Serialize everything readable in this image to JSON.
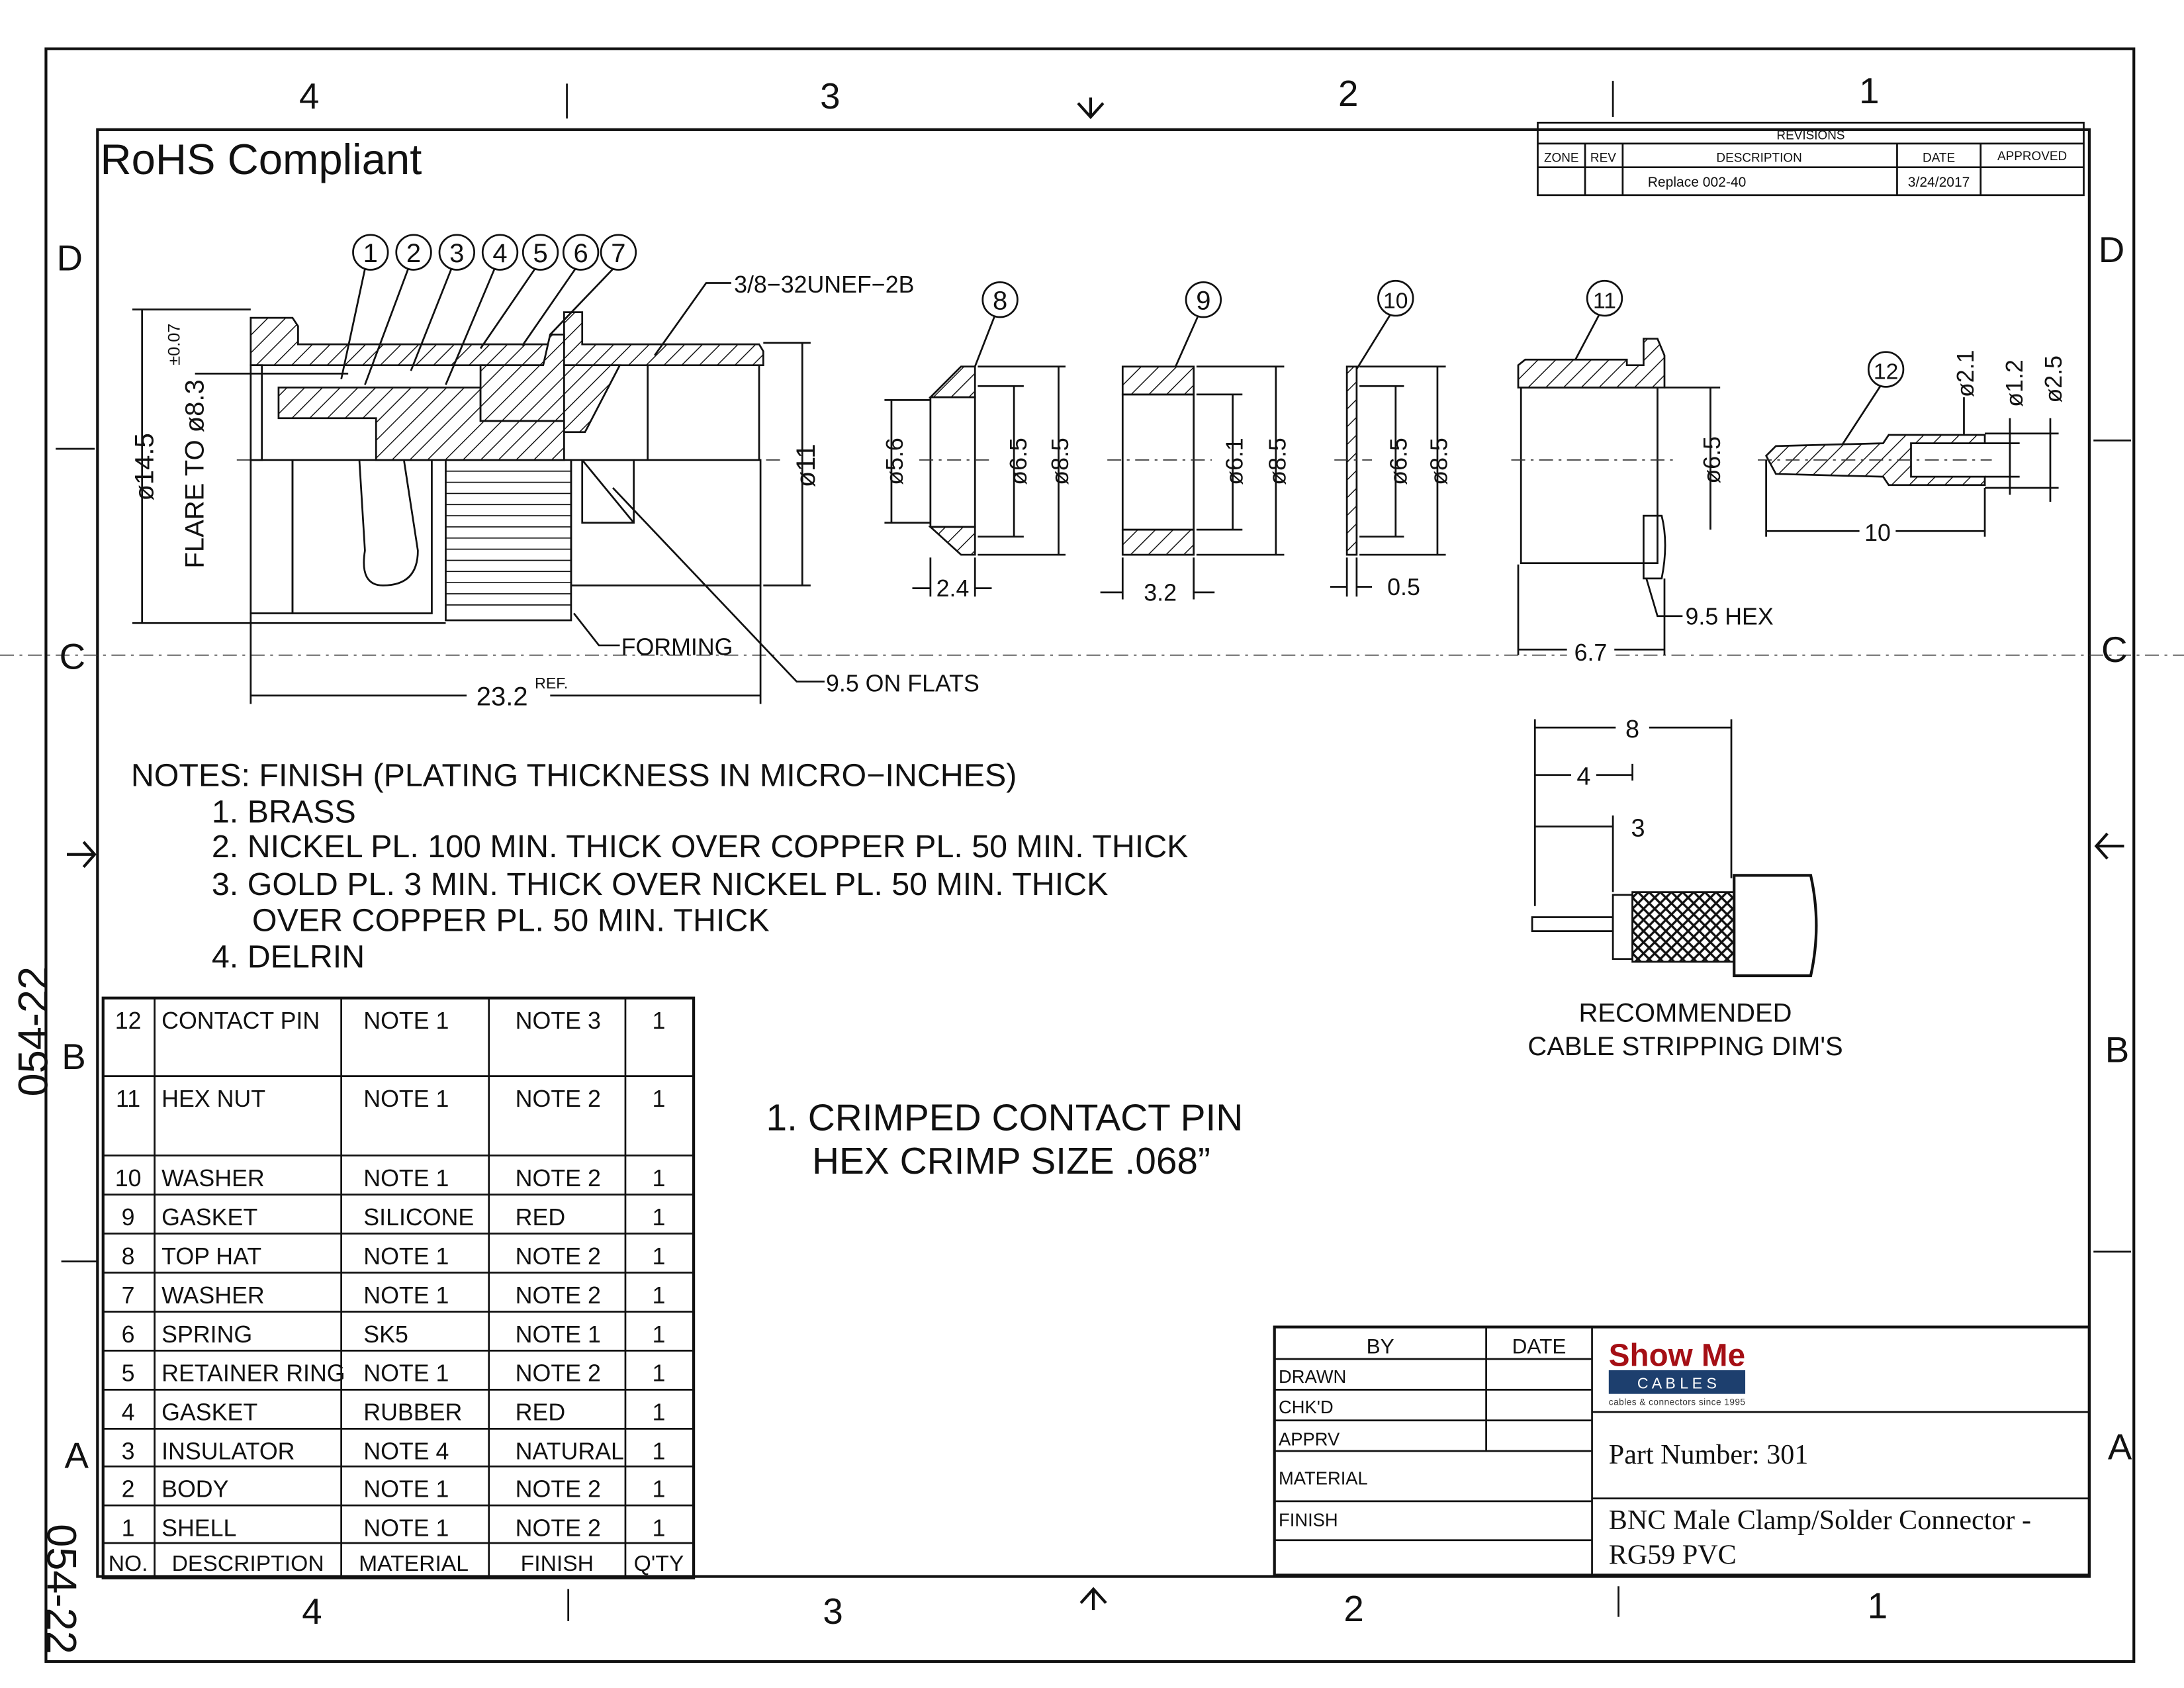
{
  "sheet": {
    "zones_top": [
      "4",
      "3",
      "2",
      "1"
    ],
    "zones_bottom": [
      "4",
      "3",
      "2",
      "1"
    ],
    "rows_left": [
      "D",
      "C",
      "B",
      "A"
    ],
    "rows_right": [
      "D",
      "C",
      "B",
      "A"
    ],
    "side_code": "054-22",
    "side_code_bottom": "054-22",
    "rohs": "RoHS Compliant"
  },
  "revisions": {
    "title": "REVISIONS",
    "headers": [
      "ZONE",
      "REV",
      "DESCRIPTION",
      "DATE",
      "APPROVED"
    ],
    "rows": [
      {
        "zone": "",
        "rev": "",
        "description": "Replace 002-40",
        "date": "3/24/2017",
        "approved": ""
      }
    ]
  },
  "drawing": {
    "balloons": [
      "1",
      "2",
      "3",
      "4",
      "5",
      "6",
      "7",
      "8",
      "9",
      "10",
      "11",
      "12"
    ],
    "thread": "3/8−32UNEF−2B",
    "dia_14_5": "ø14.5",
    "flare": "FLARE TO ø8.3",
    "tol": "±0.07",
    "dia_11": "ø11",
    "forming": "FORMING",
    "flats": "9.5 ON FLATS",
    "length": "23.2",
    "length_ref": "REF.",
    "p8": {
      "d1": "ø5.6",
      "d2": "ø6.5",
      "d3": "ø8.5",
      "w": "2.4"
    },
    "p9": {
      "d1": "ø6.1",
      "d2": "ø8.5",
      "w": "3.2"
    },
    "p10": {
      "d1": "ø6.5",
      "d2": "ø8.5",
      "w": "0.5"
    },
    "p11": {
      "d1": "ø6.5",
      "hex": "9.5 HEX",
      "w": "6.7"
    },
    "p12": {
      "d1": "ø2.1",
      "d2": "ø1.2",
      "d3": "ø2.5",
      "l": "10"
    }
  },
  "notes": {
    "header": "NOTES: FINISH  (PLATING THICKNESS IN MICRO−INCHES)",
    "lines": [
      "1. BRASS",
      "2. NICKEL PL. 100 MIN. THICK OVER COPPER PL. 50 MIN. THICK",
      "3. GOLD PL. 3 MIN. THICK OVER NICKEL PL. 50 MIN. THICK",
      "OVER COPPER PL. 50 MIN. THICK",
      "4. DELRIN"
    ]
  },
  "crimp": {
    "line1": "1. CRIMPED  CONTACT  PIN",
    "line2": "HEX  CRIMP  SIZE  .068”"
  },
  "stripping": {
    "dims": [
      "8",
      "4",
      "3"
    ],
    "line1": "RECOMMENDED",
    "line2": "CABLE  STRIPPING  DIM'S"
  },
  "parts": {
    "headers": [
      "NO.",
      "DESCRIPTION",
      "MATERIAL",
      "FINISH",
      "Q'TY"
    ],
    "rows": [
      [
        "12",
        "CONTACT  PIN",
        "NOTE  1",
        "NOTE  3",
        "1"
      ],
      [
        "11",
        "HEX  NUT",
        "NOTE  1",
        "NOTE  2",
        "1"
      ],
      [
        "10",
        "WASHER",
        "NOTE  1",
        "NOTE  2",
        "1"
      ],
      [
        "9",
        "GASKET",
        "SILICONE",
        "RED",
        "1"
      ],
      [
        "8",
        "TOP  HAT",
        "NOTE  1",
        "NOTE  2",
        "1"
      ],
      [
        "7",
        "WASHER",
        "NOTE  1",
        "NOTE  2",
        "1"
      ],
      [
        "6",
        "SPRING",
        "SK5",
        "NOTE  1",
        "1"
      ],
      [
        "5",
        "RETAINER  RING",
        "NOTE  1",
        "NOTE  2",
        "1"
      ],
      [
        "4",
        "GASKET",
        "RUBBER",
        "RED",
        "1"
      ],
      [
        "3",
        "INSULATOR",
        "NOTE  4",
        "NATURAL",
        "1"
      ],
      [
        "2",
        "BODY",
        "NOTE  1",
        "NOTE  2",
        "1"
      ],
      [
        "1",
        "SHELL",
        "NOTE  1",
        "NOTE  2",
        "1"
      ]
    ]
  },
  "title_block": {
    "by": "BY",
    "date": "DATE",
    "labels": [
      "DRAWN",
      "CHK'D",
      "APPRV",
      "MATERIAL",
      "FINISH"
    ],
    "logo_top": "Show Me",
    "logo_band": "C A B L E S",
    "logo_tag": "cables & connectors since 1995",
    "part_number": "Part Number: 301",
    "description1": "BNC Male Clamp/Solder Connector -",
    "description2": "RG59 PVC",
    "colors": {
      "logo_red": "#a50f15",
      "logo_blue": "#1d3f6e"
    }
  }
}
